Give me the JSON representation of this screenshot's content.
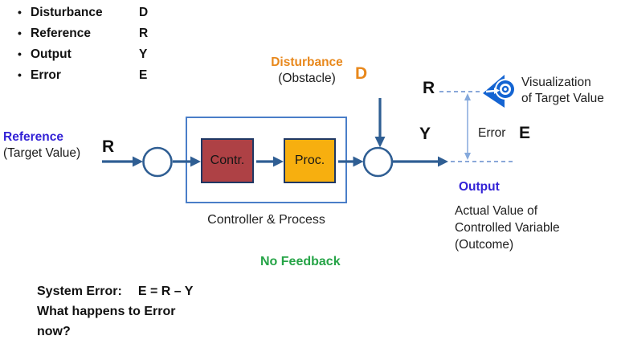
{
  "legend": {
    "items": [
      {
        "label": "Disturbance",
        "symbol": "D"
      },
      {
        "label": "Reference",
        "symbol": "R"
      },
      {
        "label": "Output",
        "symbol": "Y"
      },
      {
        "label": "Error",
        "symbol": "E"
      }
    ]
  },
  "reference": {
    "title": "Reference",
    "subtitle": "(Target Value)",
    "symbol": "R"
  },
  "disturbance": {
    "title": "Disturbance",
    "subtitle": "(Obstacle)",
    "symbol": "D"
  },
  "controller": {
    "label": "Contr."
  },
  "process": {
    "label": "Proc."
  },
  "group_caption": "Controller & Process",
  "output": {
    "symbol": "Y",
    "title": "Output",
    "line1": "Actual Value of",
    "line2": "Controlled Variable",
    "line3": "(Outcome)"
  },
  "visualization": {
    "symbol": "R",
    "line1": "Visualization",
    "line2": "of Target Value"
  },
  "error": {
    "label": "Error",
    "symbol": "E"
  },
  "feedback_note": "No Feedback",
  "footer": {
    "label": "System Error:",
    "formula": "E = R – Y",
    "line2": "What happens to Error",
    "line3": "now?"
  },
  "colors": {
    "arrow": "#2f5e93",
    "outer_box_border": "#4a7ec8",
    "inner_box_border": "#1f3864",
    "controller_fill": "#ae4145",
    "process_fill": "#f7af0f",
    "accent_text": "#3322d6",
    "disturbance_text": "#e8881c",
    "feedback_text": "#26a447",
    "dashed_line": "#7a9cd4",
    "eye_icon": "#1464d2"
  }
}
